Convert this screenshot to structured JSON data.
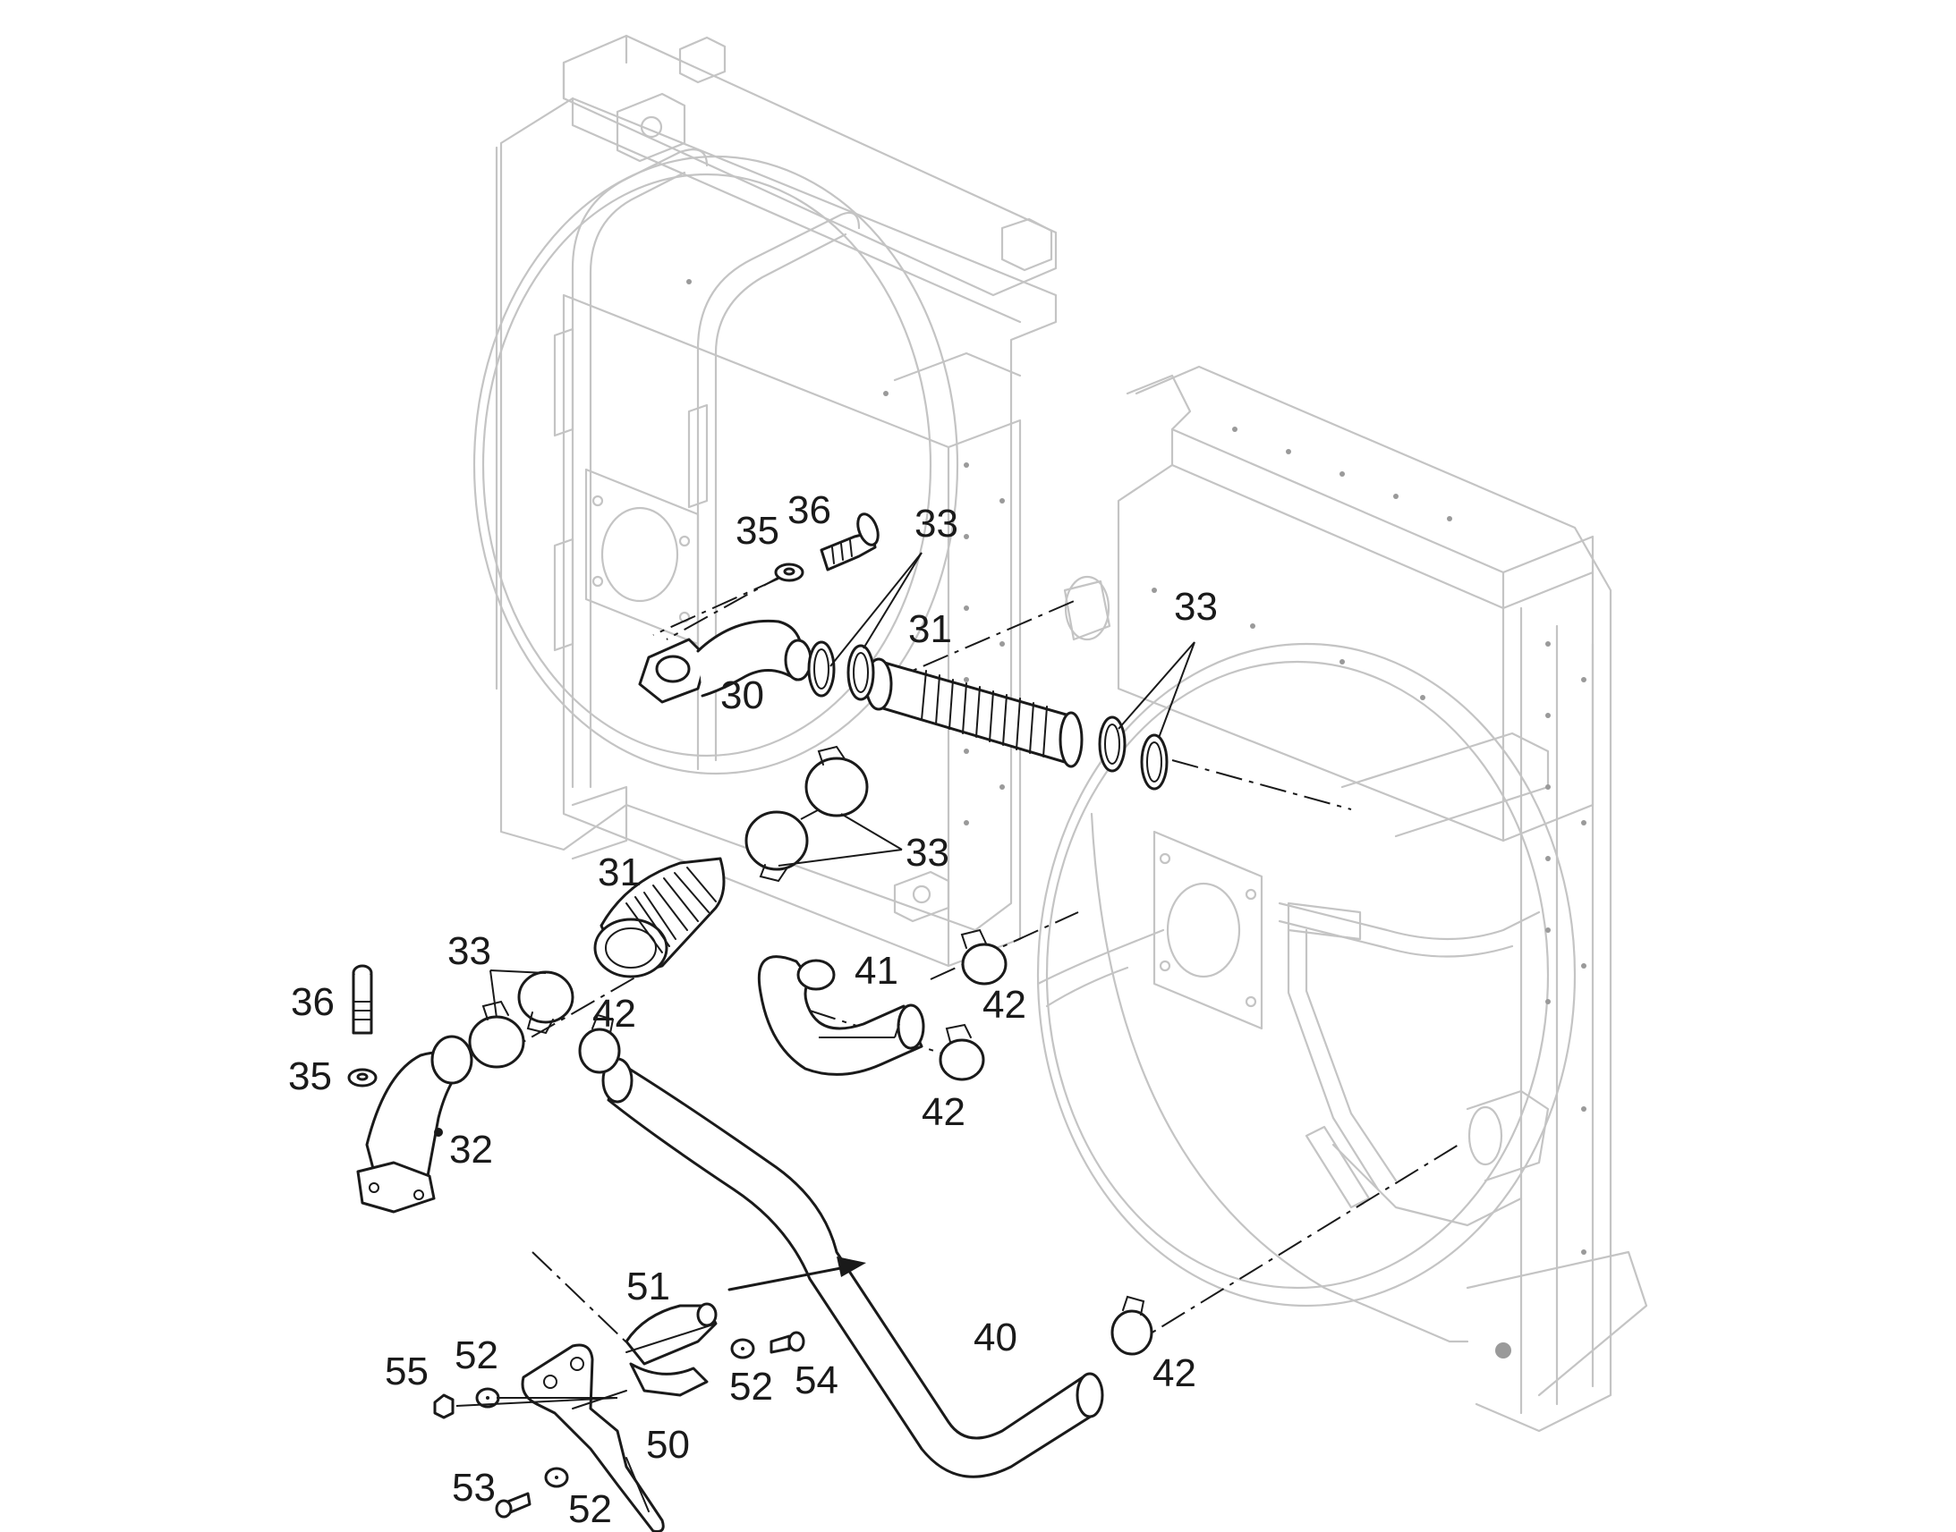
{
  "callouts": {
    "c30": "30",
    "c31a": "31",
    "c31b": "31",
    "c32": "32",
    "c33a": "33",
    "c33b": "33",
    "c33c": "33",
    "c33d": "33",
    "c35a": "35",
    "c35b": "35",
    "c36a": "36",
    "c36b": "36",
    "c40": "40",
    "c41": "41",
    "c42a": "42",
    "c42b": "42",
    "c42c": "42",
    "c42d": "42",
    "c50": "50",
    "c51": "51",
    "c52a": "52",
    "c52b": "52",
    "c52c": "52",
    "c53": "53",
    "c54": "54",
    "c55": "55"
  }
}
